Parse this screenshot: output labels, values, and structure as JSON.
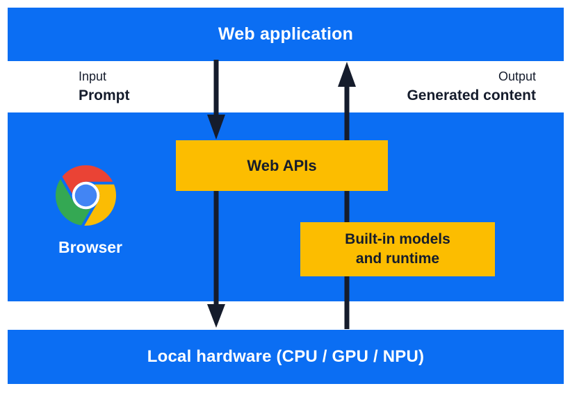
{
  "diagram": {
    "top_bar": {
      "label": "Web application"
    },
    "flow_labels": {
      "input_title": "Input",
      "input_value": "Prompt",
      "output_title": "Output",
      "output_value": "Generated content"
    },
    "browser_panel": {
      "browser_label": "Browser",
      "web_apis_label": "Web APIs",
      "builtin_models_line1": "Built-in models",
      "builtin_models_line2": "and runtime"
    },
    "bottom_bar": {
      "label": "Local hardware (CPU / GPU / NPU)"
    },
    "icons": {
      "chrome_logo": "chrome-logo-icon",
      "down_arrow": "input-flow-down-arrow",
      "up_arrow": "output-flow-up-arrow"
    },
    "colors": {
      "blue": "#0b6ef3",
      "yellow": "#fcbd00",
      "dark": "#151c2c",
      "white": "#ffffff",
      "chrome_red": "#ea4335",
      "chrome_yellow": "#fbbc04",
      "chrome_green": "#34a853",
      "chrome_blue": "#4285f4"
    }
  }
}
